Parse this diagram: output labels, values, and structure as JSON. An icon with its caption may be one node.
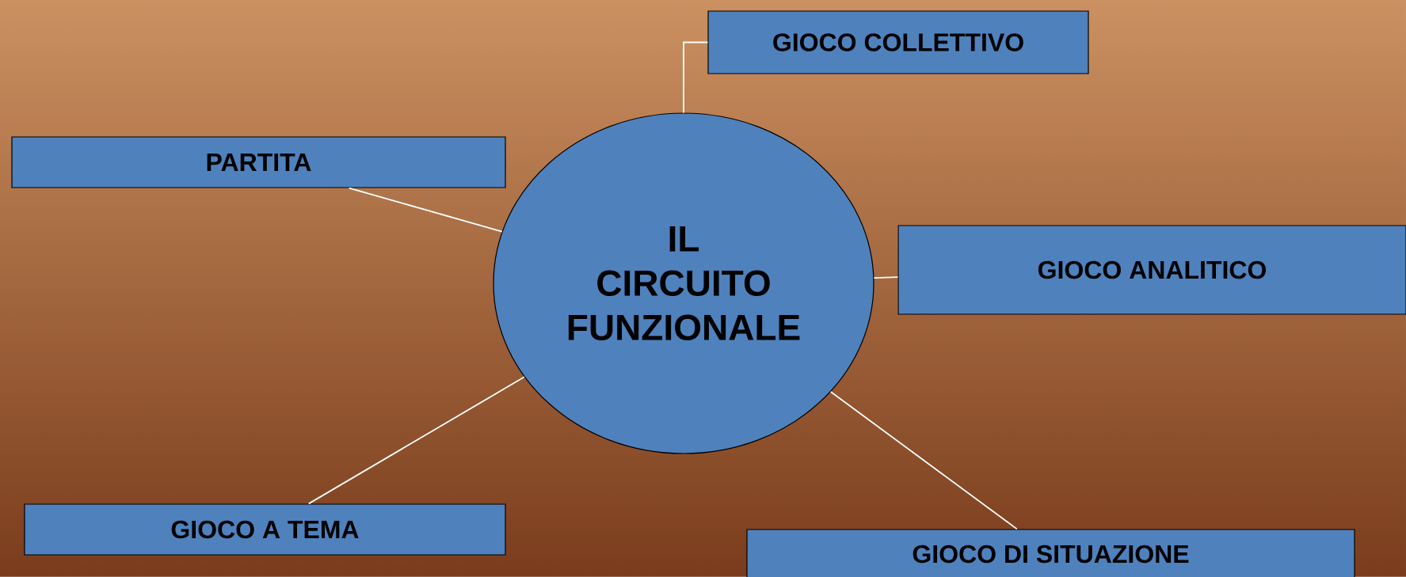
{
  "diagram": {
    "nodes": [
      {
        "text": [
          "IL CIRCUITO FUNZIONALE"
        ]
      },
      {
        "text": [
          "GIOCO COLLETTIVO"
        ]
      },
      {
        "text": [
          "PARTITA"
        ]
      },
      {
        "text": [
          "GIOCO ANALITICO"
        ]
      },
      {
        "text": [
          "GIOCO A TEMA"
        ]
      },
      {
        "text": [
          "GIOCO DI SITUAZIONE"
        ]
      }
    ],
    "edges": [
      {
        "from": 0,
        "to": 1,
        "arrow": "none"
      },
      {
        "from": 0,
        "to": 2,
        "arrow": "none"
      },
      {
        "from": 0,
        "to": 3,
        "arrow": "none"
      },
      {
        "from": 0,
        "to": 4,
        "arrow": "none"
      },
      {
        "from": 0,
        "to": 5,
        "arrow": "none"
      }
    ]
  }
}
